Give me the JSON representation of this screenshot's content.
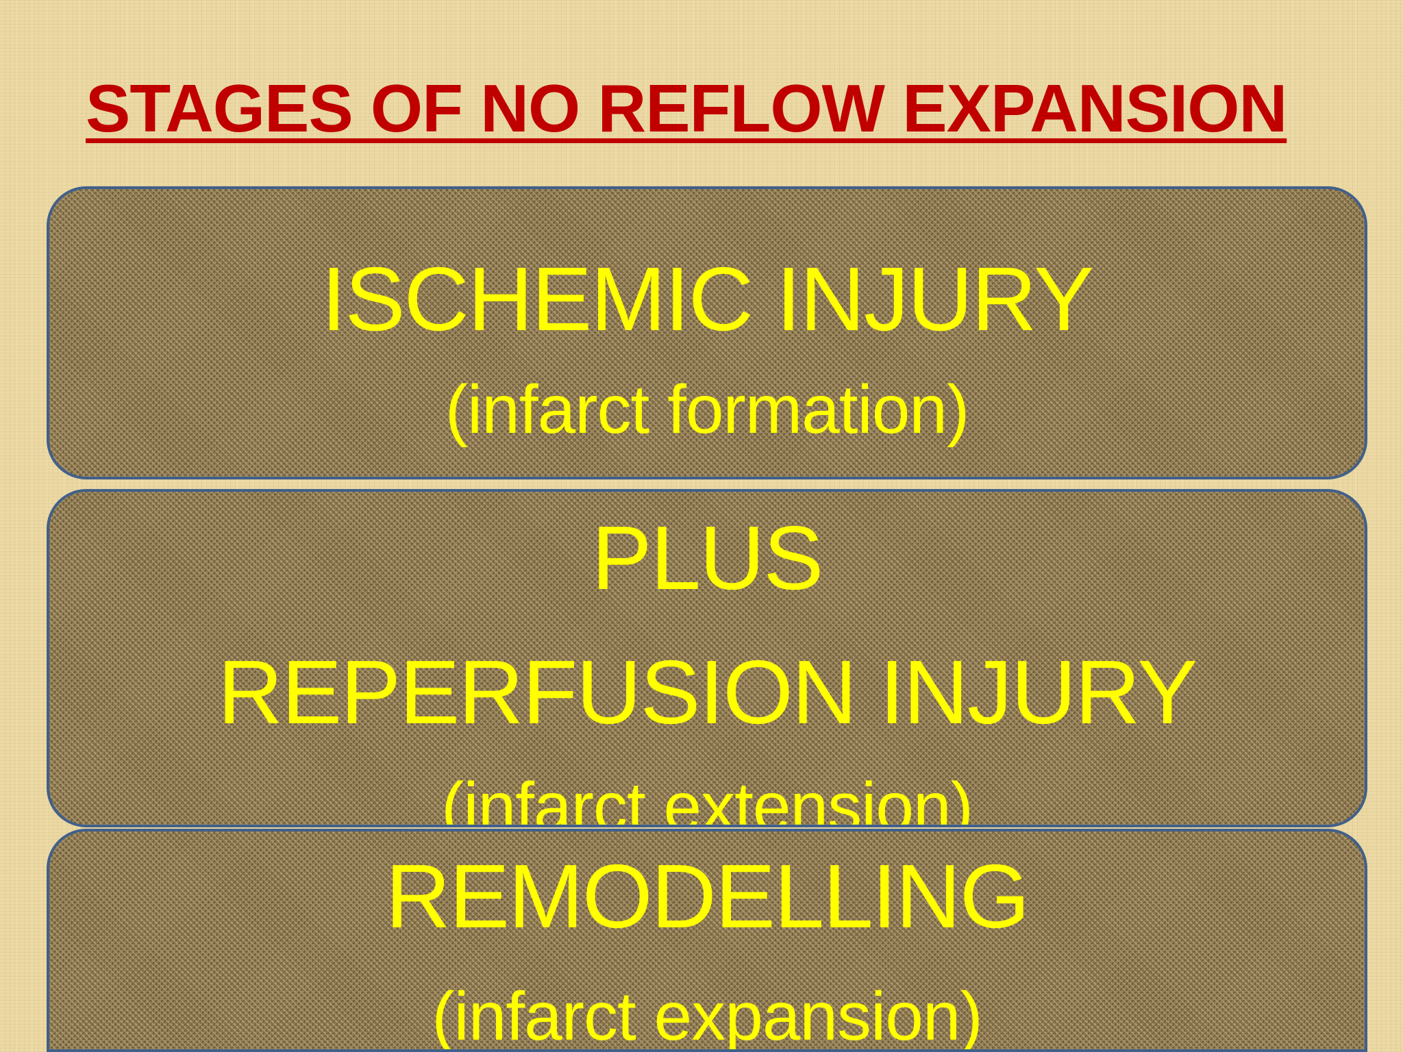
{
  "slide": {
    "title": "STAGES OF NO REFLOW EXPANSION",
    "stages": [
      {
        "heading": "ISCHEMIC INJURY",
        "subtitle": "(infarct formation)"
      },
      {
        "heading_line1": "PLUS",
        "heading_line2": "REPERFUSION INJURY",
        "subtitle": "(infarct extension)"
      },
      {
        "heading": "REMODELLING",
        "subtitle": "(infarct expansion)"
      }
    ]
  },
  "colors": {
    "title": "#c00000",
    "stage_text": "#ffff00",
    "box_border": "#41608a",
    "background": "#ecd9a4"
  }
}
